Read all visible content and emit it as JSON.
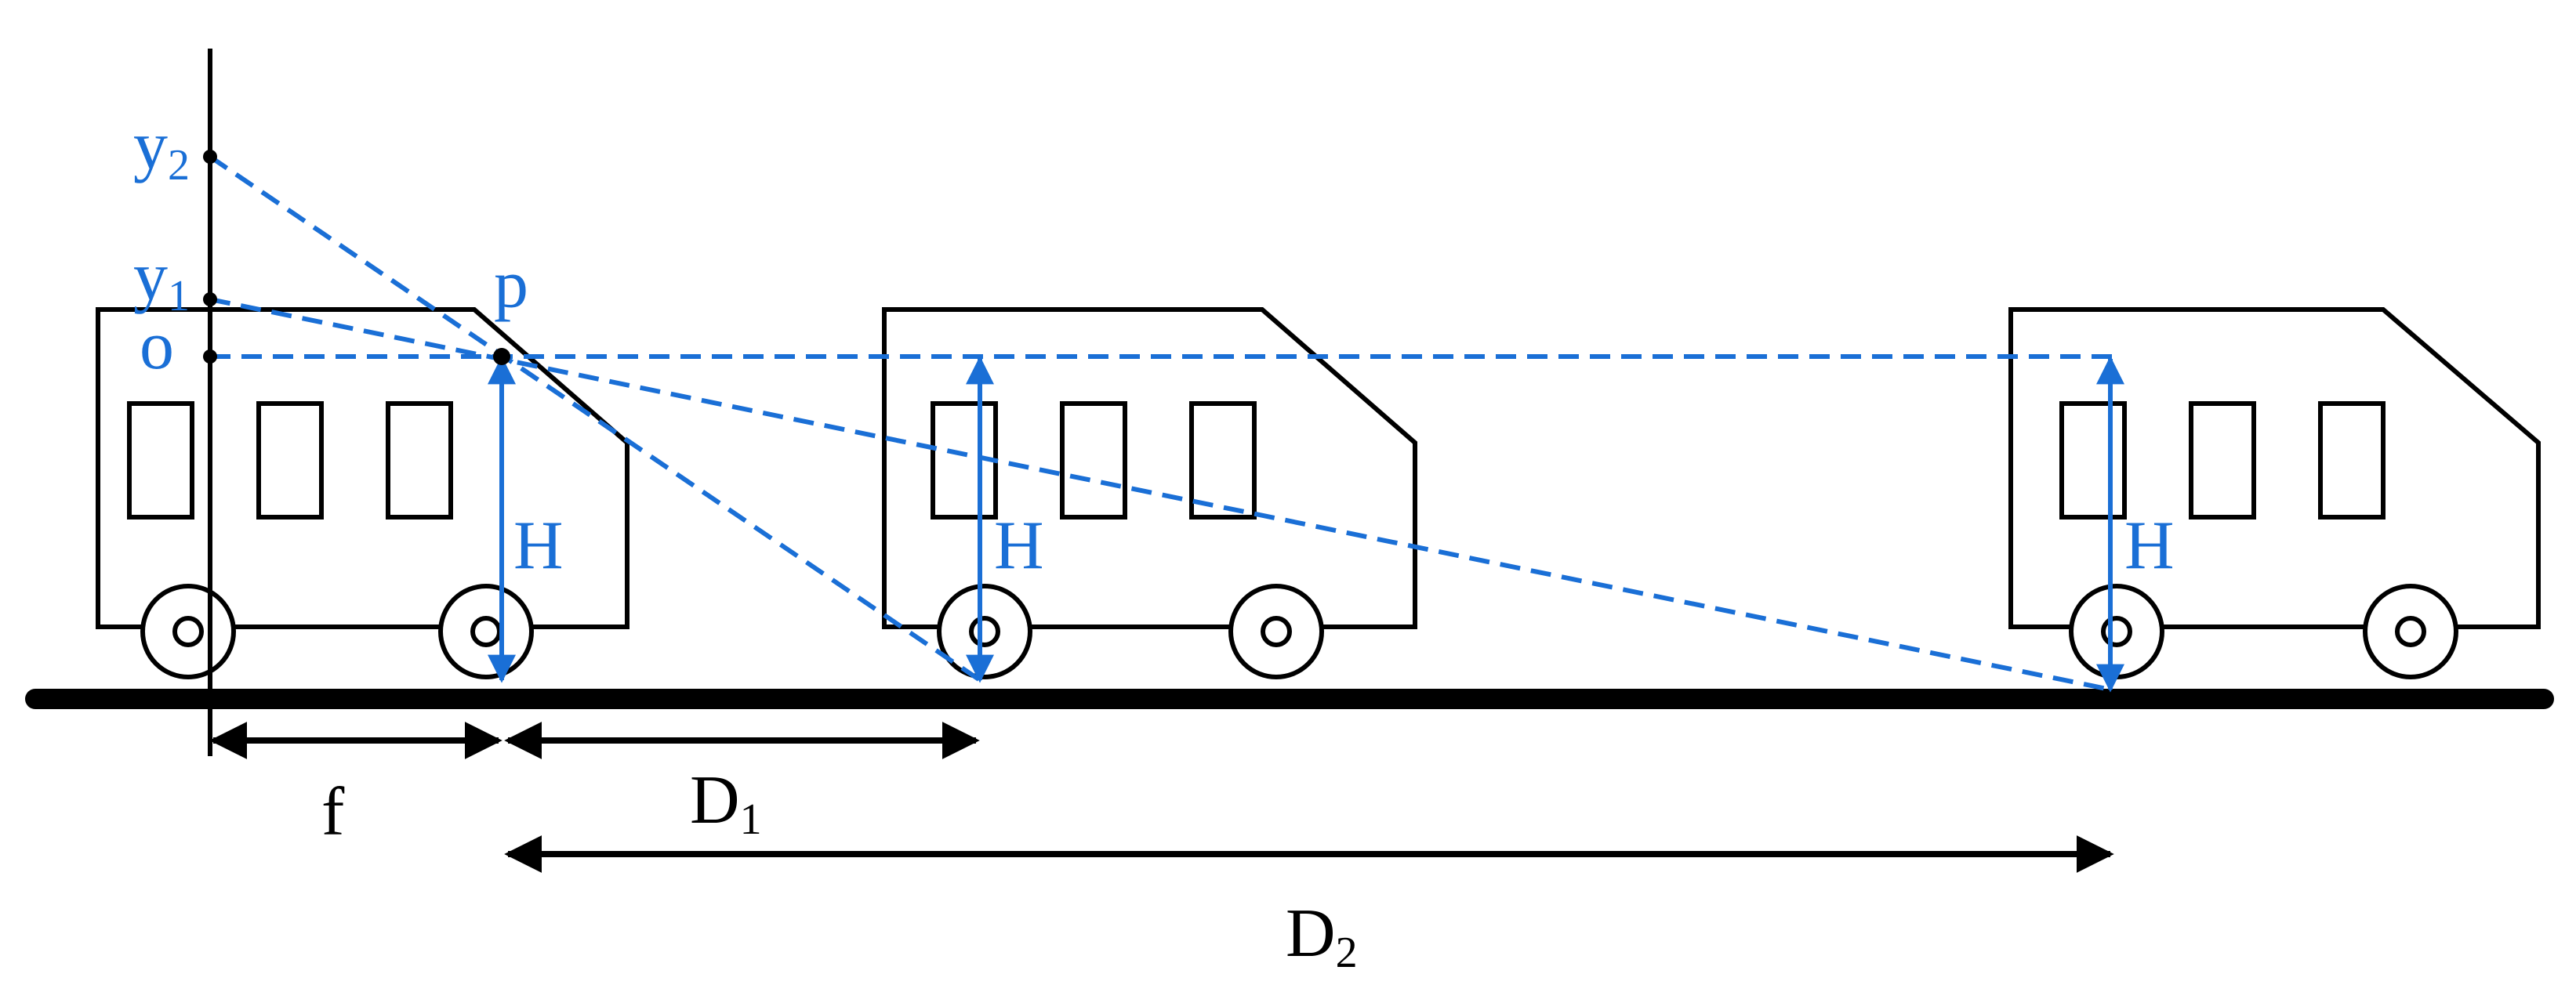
{
  "colors": {
    "accent": "#1a6fd6",
    "ink": "#000000"
  },
  "labels": {
    "y2": {
      "base": "y",
      "sub": "2"
    },
    "y1": {
      "base": "y",
      "sub": "1"
    },
    "o": "o",
    "p": "p",
    "H": "H",
    "f": "f",
    "D1": {
      "base": "D",
      "sub": "1"
    },
    "D2": {
      "base": "D",
      "sub": "2"
    }
  }
}
